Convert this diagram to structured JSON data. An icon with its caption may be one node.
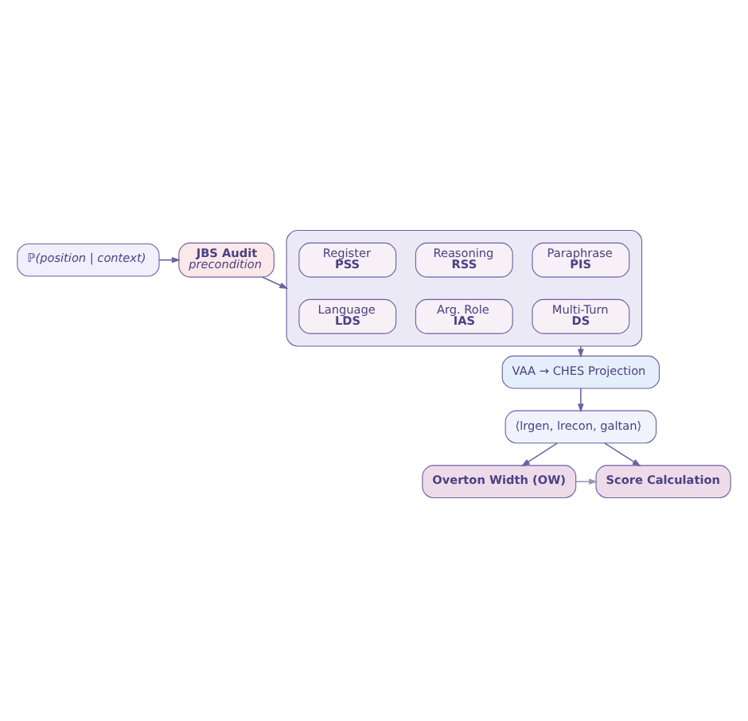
{
  "diagram": {
    "nodes": [
      {
        "text": [
          "ℙ(position | context)"
        ]
      },
      {
        "text": [
          "JBS Audit",
          "precondition"
        ]
      },
      {
        "text": [],
        "shape": "box"
      },
      {
        "text": [
          "Register",
          "PSS"
        ],
        "in": 2
      },
      {
        "text": [
          "Paraphrase",
          "PIS"
        ],
        "in": 2
      },
      {
        "text": [
          "Reasoning",
          "RSS"
        ],
        "in": 2
      },
      {
        "text": [
          "Language",
          "LDS"
        ],
        "in": 2
      },
      {
        "text": [
          "Multi-Turn",
          "DS"
        ],
        "in": 2
      },
      {
        "text": [
          "Arg. Role",
          "IAS"
        ],
        "in": 2
      },
      {
        "text": [
          "VAA → CHES Projection"
        ]
      },
      {
        "text": [
          "⟨lrgen, lrecon, galtan⟩"
        ]
      },
      {
        "text": [
          "Overton Width (OW)"
        ]
      },
      {
        "text": [
          "Score Calculation"
        ]
      }
    ],
    "edges": [
      {
        "from": 0,
        "to": 1,
        "arrow": "to"
      },
      {
        "from": 1,
        "to": 2,
        "arrow": "to"
      },
      {
        "from": 2,
        "to": 9,
        "arrow": "to"
      },
      {
        "from": 9,
        "to": 10,
        "arrow": "to"
      },
      {
        "from": 10,
        "to": 11,
        "arrow": "to"
      },
      {
        "from": 10,
        "to": 12,
        "arrow": "to"
      },
      {
        "from": 11,
        "to": 12,
        "arrow": "to",
        "color": "#9a98b4"
      }
    ]
  }
}
